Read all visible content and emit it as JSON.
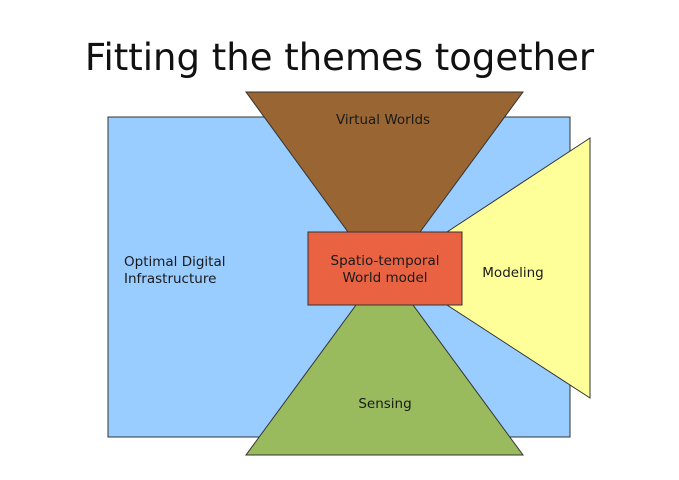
{
  "title": "Fitting the themes together",
  "nodes": {
    "infrastructure": {
      "lines": [
        "Optimal Digital",
        "Infrastructure"
      ],
      "color": "#99ccff"
    },
    "virtual_worlds": {
      "label": "Virtual Worlds",
      "color": "#996633"
    },
    "world_model": {
      "lines": [
        "Spatio-temporal",
        "World model"
      ],
      "color": "#e96343"
    },
    "modeling": {
      "label": "Modeling",
      "color": "#ffff99"
    },
    "sensing": {
      "label": "Sensing",
      "color": "#99bb5e"
    }
  }
}
